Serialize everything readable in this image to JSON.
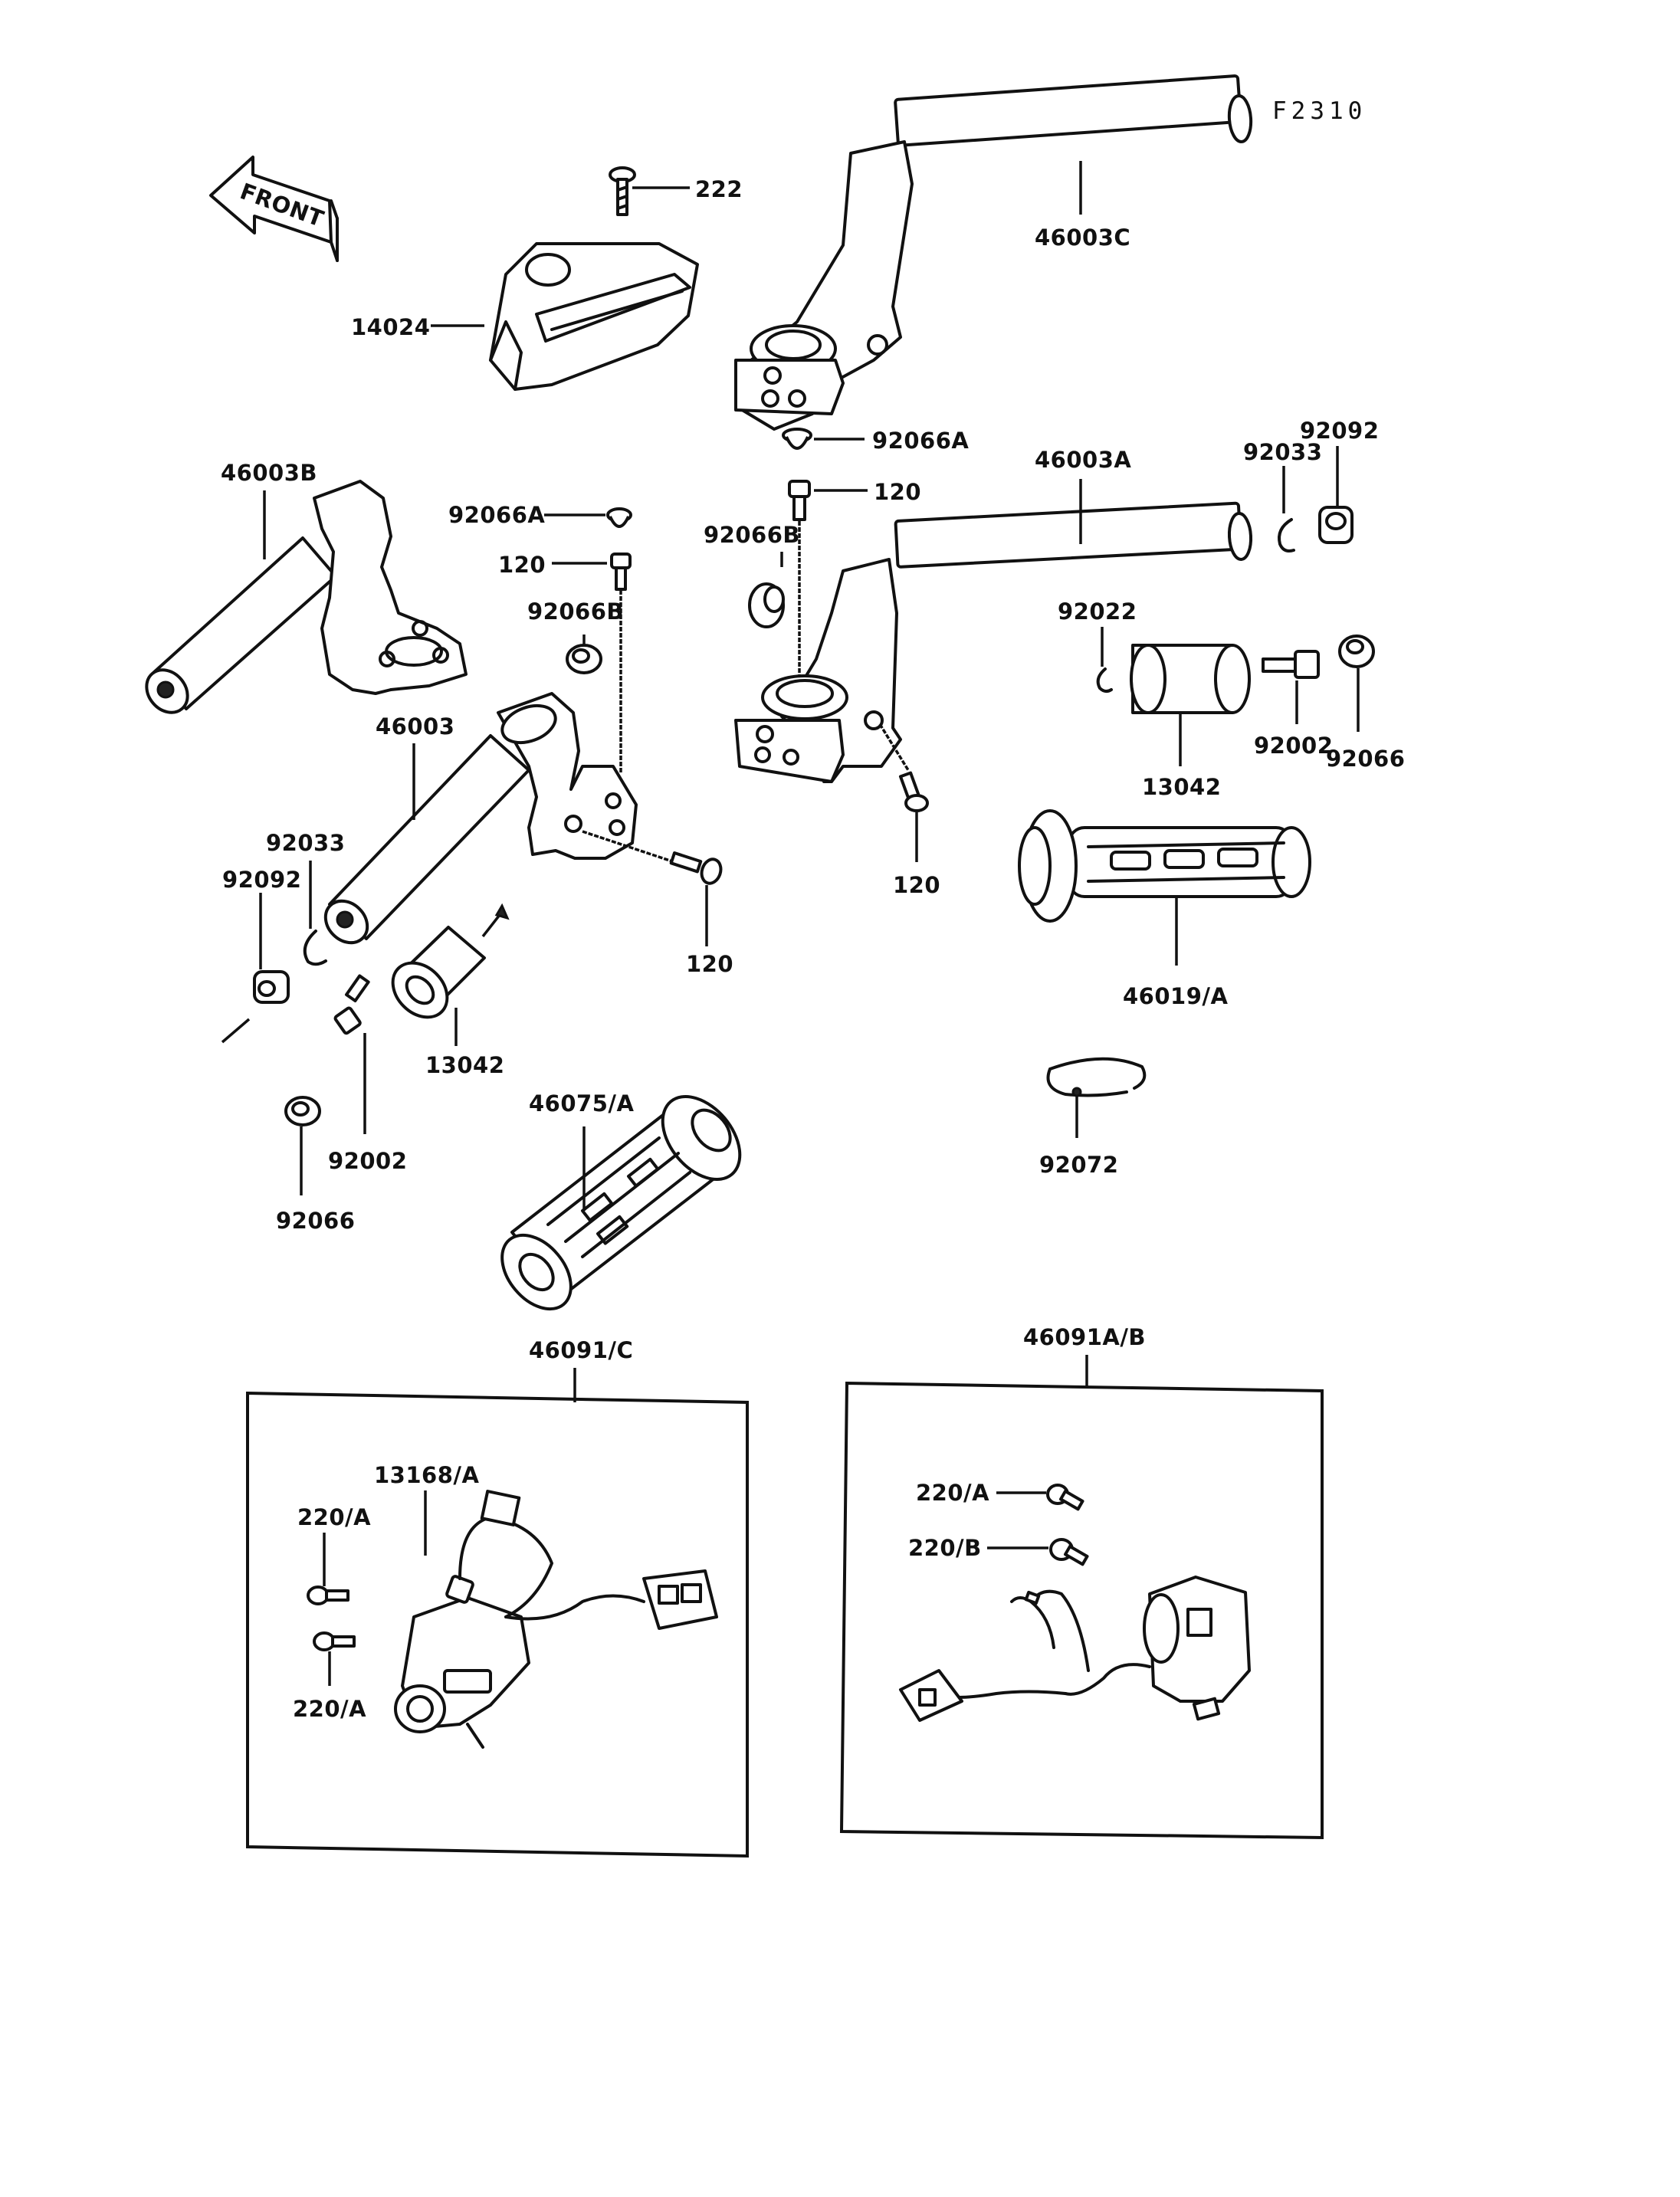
{
  "figure_code": "F2310",
  "front_label": "FRONT",
  "labels": {
    "p222": "222",
    "p46003C": "46003C",
    "p14024": "14024",
    "p92066A_top": "92066A",
    "p120_top": "120",
    "p46003A": "46003A",
    "p92033_right": "92033",
    "p92092_right": "92092",
    "p46003B": "46003B",
    "p92066A_left": "92066A",
    "p120_left": "120",
    "p92066B_left": "92066B",
    "p92066B_right": "92066B",
    "p92022": "92022",
    "p46003": "46003",
    "p92033_left": "92033",
    "p92092_left": "92092",
    "p120_mid": "120",
    "p120_right": "120",
    "p13042_right": "13042",
    "p92002_right": "92002",
    "p92066_right": "92066",
    "p46019A": "46019/A",
    "p13042_left": "13042",
    "p92002_left": "92002",
    "p92066_left": "92066",
    "p46075A": "46075/A",
    "p92072": "92072",
    "p46091C": "46091/C",
    "p46091AB": "46091A/B",
    "p13168A": "13168/A",
    "p220A_1": "220/A",
    "p220A_2": "220/A",
    "p220A_3": "220/A",
    "p220B": "220/B"
  }
}
